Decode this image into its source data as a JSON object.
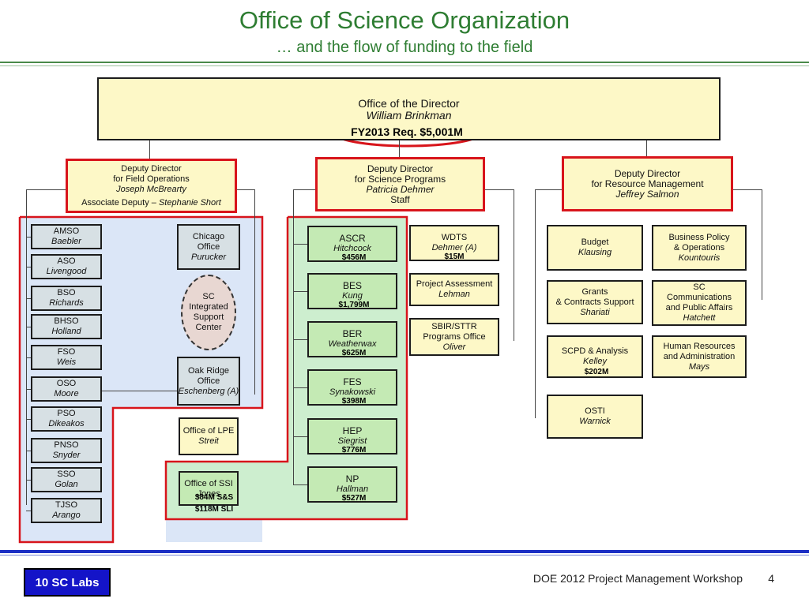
{
  "header": {
    "title": "Office of Science Organization",
    "subtitle": "… and the flow of funding to the field"
  },
  "director": {
    "title": "Office of the Director",
    "name": "William Brinkman",
    "budget": "FY2013 Req. $5,001M"
  },
  "deputies": {
    "field": {
      "line1": "Deputy Director",
      "line2": "for Field Operations",
      "name": "Joseph McBrearty",
      "assoc_label": "Associate Deputy – ",
      "assoc_name": "Stephanie Short"
    },
    "science": {
      "line1": "Deputy Director",
      "line2": "for Science Programs",
      "name": "Patricia Dehmer",
      "extra": "Staff"
    },
    "resource": {
      "line1": "Deputy Director",
      "line2": "for Resource Management",
      "name": "Jeffrey Salmon"
    }
  },
  "site_offices": [
    {
      "code": "AMSO",
      "name": "Baebler"
    },
    {
      "code": "ASO",
      "name": "Livengood"
    },
    {
      "code": "BSO",
      "name": "Richards"
    },
    {
      "code": "BHSO",
      "name": "Holland"
    },
    {
      "code": "FSO",
      "name": "Weis"
    },
    {
      "code": "OSO",
      "name": "Moore"
    },
    {
      "code": "PSO",
      "name": "Dikeakos"
    },
    {
      "code": "PNSO",
      "name": "Snyder"
    },
    {
      "code": "SSO",
      "name": "Golan"
    },
    {
      "code": "TJSO",
      "name": "Arango"
    }
  ],
  "field_offices": {
    "chicago": {
      "l1": "Chicago",
      "l2": "Office",
      "name": "Purucker"
    },
    "isc": {
      "l1": "SC",
      "l2": "Integrated",
      "l3": "Support",
      "l4": "Center"
    },
    "oakridge": {
      "l1": "Oak Ridge",
      "l2": "Office",
      "name": "Eschenberg (A)"
    },
    "lpe": {
      "l1": "Office of LPE",
      "name": "Streit"
    },
    "ssi": {
      "l1": "Office of SSI",
      "name": "Jones",
      "amt1": "$84M S&S",
      "amt2": "$118M SLI"
    }
  },
  "programs": [
    {
      "code": "ASCR",
      "name": "Hitchcock",
      "amount": "$456M"
    },
    {
      "code": "BES",
      "name": "Kung",
      "amount": "$1,799M"
    },
    {
      "code": "BER",
      "name": "Weatherwax",
      "amount": "$625M"
    },
    {
      "code": "FES",
      "name": "Synakowski",
      "amount": "$398M"
    },
    {
      "code": "HEP",
      "name": "Siegrist",
      "amount": "$776M"
    },
    {
      "code": "NP",
      "name": "Hallman",
      "amount": "$527M"
    }
  ],
  "science_staff": {
    "wdts": {
      "code": "WDTS",
      "name": "Dehmer (A)",
      "amount": "$15M"
    },
    "pa": {
      "l1": "Project Assessment",
      "name": "Lehman"
    },
    "sbir": {
      "l1": "SBIR/STTR",
      "l2": "Programs Office",
      "name": "Oliver"
    }
  },
  "resource_offices": {
    "budget": {
      "l1": "Budget",
      "name": "Klausing"
    },
    "bpo": {
      "l1": "Business Policy",
      "l2": "& Operations",
      "name": "Kountouris"
    },
    "grants": {
      "l1": "Grants",
      "l2": "& Contracts Support",
      "name": "Shariati"
    },
    "scpa": {
      "l1": "SC",
      "l2": "Communications",
      "l3": "and Public Affairs",
      "name": "Hatchett"
    },
    "scpd": {
      "l1": "SCPD & Analysis",
      "name": "Kelley",
      "amount": "$202M"
    },
    "hr": {
      "l1": "Human Resources",
      "l2": "and Administration",
      "name": "Mays"
    },
    "osti": {
      "l1": "OSTI",
      "name": "Warnick"
    }
  },
  "footer": {
    "badge": "10 SC Labs",
    "event": "DOE 2012 Project Management Workshop",
    "page": "4"
  },
  "colors": {
    "title_green": "#2e7d32",
    "highlight_red": "#d8141b",
    "field_region": "#dbe6f7",
    "science_region": "#cdeecf",
    "footer_blue": "#1c2fc4"
  }
}
